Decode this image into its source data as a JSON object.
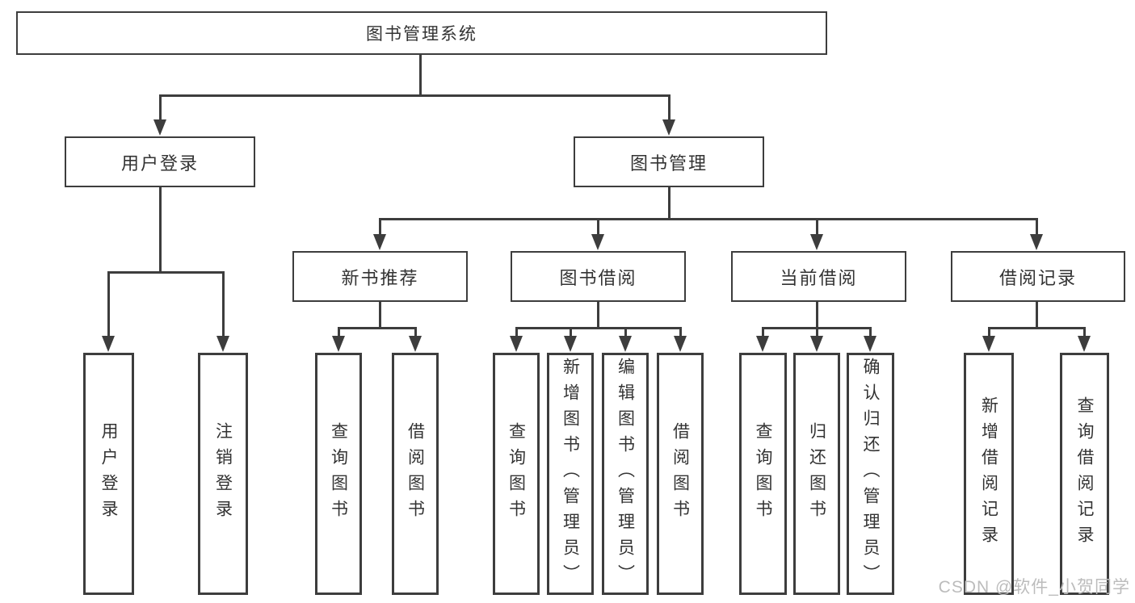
{
  "diagram": {
    "root": {
      "label": "图书管理系统"
    },
    "children": [
      {
        "label": "用户登录",
        "children": [
          {
            "label": "用户登录"
          },
          {
            "label": "注销登录"
          }
        ]
      },
      {
        "label": "图书管理",
        "children": [
          {
            "label": "新书推荐",
            "children": [
              {
                "label": "查询图书"
              },
              {
                "label": "借阅图书"
              }
            ]
          },
          {
            "label": "图书借阅",
            "children": [
              {
                "label": "查询图书"
              },
              {
                "label": "新增图书（管理员）"
              },
              {
                "label": "编辑图书（管理员）"
              },
              {
                "label": "借阅图书"
              }
            ]
          },
          {
            "label": "当前借阅",
            "children": [
              {
                "label": "查询图书"
              },
              {
                "label": "归还图书"
              },
              {
                "label": "确认归还（管理员）"
              }
            ]
          },
          {
            "label": "借阅记录",
            "children": [
              {
                "label": "新增借阅记录"
              },
              {
                "label": "查询借阅记录"
              }
            ]
          }
        ]
      }
    ]
  },
  "watermark": {
    "text": "CSDN @软件_小贺同学"
  },
  "colors": {
    "line": "#3d3d3d",
    "text": "#333333",
    "watermark": "#bcbcbc",
    "background": "#ffffff"
  }
}
